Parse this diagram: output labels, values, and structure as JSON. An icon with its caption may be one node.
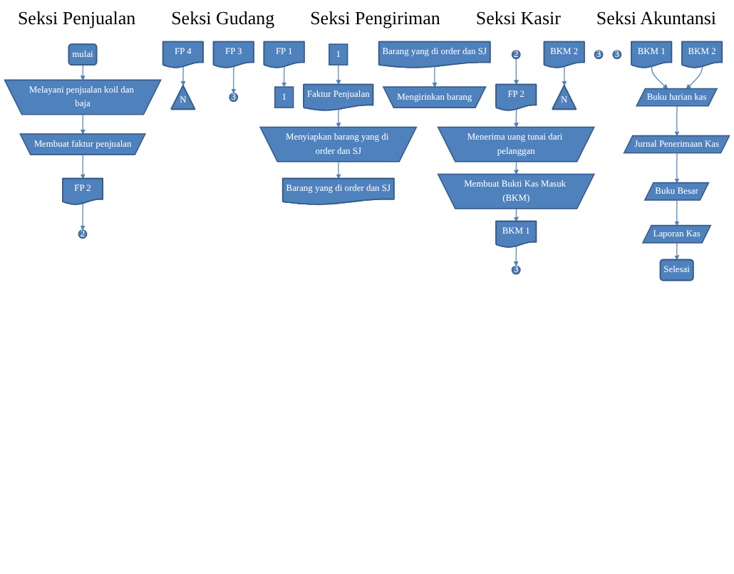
{
  "diagram": {
    "nodes": [
      {
        "text": [
          "mulai"
        ]
      },
      {
        "text": [
          "Melayani penjualan koil dan baja"
        ]
      },
      {
        "text": [
          "Membuat faktur penjualan"
        ]
      },
      {
        "text": [
          "FP 4"
        ]
      },
      {
        "text": [
          "FP 3"
        ]
      },
      {
        "text": [
          "FP 2"
        ]
      },
      {
        "text": [
          "FP 1"
        ]
      },
      {
        "text": [
          "N"
        ]
      },
      {
        "text": [
          "3"
        ]
      },
      {
        "text": [
          "1"
        ]
      },
      {
        "text": [
          "2"
        ]
      },
      {
        "text": [
          "1"
        ]
      },
      {
        "text": [
          "Faktur Penjualan"
        ]
      },
      {
        "text": [
          "Menyiapkan barang yang di order dan SJ"
        ]
      },
      {
        "text": [
          "Barang yang di order dan SJ"
        ]
      },
      {
        "text": [
          "Barang yang di order dan SJ"
        ]
      },
      {
        "text": [
          "Mengirinkan barang"
        ]
      },
      {
        "text": [
          "2"
        ]
      },
      {
        "text": [
          "FP 2"
        ]
      },
      {
        "text": [
          "Menerima uang tunai dari pelanggan"
        ]
      },
      {
        "text": [
          "Membuat Bukti Kas Masuk (BKM)"
        ]
      },
      {
        "text": [
          "BKM 2"
        ]
      },
      {
        "text": [
          "BKM 1"
        ]
      },
      {
        "text": [
          "3"
        ]
      },
      {
        "text": [
          "N"
        ]
      },
      {
        "text": [
          "3"
        ]
      },
      {
        "text": [
          "3"
        ]
      },
      {
        "text": [
          "BKM 1"
        ]
      },
      {
        "text": [
          "BKM 2"
        ]
      },
      {
        "text": [
          "Buku harian kas"
        ]
      },
      {
        "text": [
          "Jurnal Penerimaan Kas"
        ]
      },
      {
        "text": [
          "Buku Besar"
        ]
      },
      {
        "text": [
          "Laporan Kas"
        ]
      },
      {
        "text": [
          "Selesai"
        ]
      }
    ],
    "edges": [
      {
        "from": 0,
        "to": 1,
        "arrow": "to"
      },
      {
        "from": 1,
        "to": 2,
        "arrow": "to"
      },
      {
        "from": 2,
        "to": 5,
        "arrow": "to"
      },
      {
        "from": 3,
        "to": 7,
        "arrow": "to"
      },
      {
        "from": 4,
        "to": 8,
        "arrow": "to"
      },
      {
        "from": 6,
        "to": 9,
        "arrow": "to"
      },
      {
        "from": 5,
        "to": 10,
        "arrow": "to"
      },
      {
        "from": 11,
        "to": 12,
        "arrow": "to"
      },
      {
        "from": 12,
        "to": 13,
        "arrow": "to"
      },
      {
        "from": 13,
        "to": 14,
        "arrow": "to"
      },
      {
        "from": 15,
        "to": 16,
        "arrow": "to"
      },
      {
        "from": 17,
        "to": 18,
        "arrow": "to"
      },
      {
        "from": 18,
        "to": 19,
        "arrow": "to"
      },
      {
        "from": 19,
        "to": 20,
        "arrow": "to"
      },
      {
        "from": 20,
        "to": 22,
        "arrow": "to"
      },
      {
        "from": 22,
        "to": 23,
        "arrow": "to"
      },
      {
        "from": 21,
        "to": 24,
        "arrow": "to"
      },
      {
        "from": 27,
        "to": 29,
        "arrow": "to"
      },
      {
        "from": 28,
        "to": 29,
        "arrow": "to"
      },
      {
        "from": 29,
        "to": 30,
        "arrow": "to"
      },
      {
        "from": 30,
        "to": 31,
        "arrow": "to"
      },
      {
        "from": 31,
        "to": 32,
        "arrow": "to"
      },
      {
        "from": 32,
        "to": 33,
        "arrow": "to"
      }
    ],
    "labels": [
      "Seksi Penjualan",
      "Seksi Gudang",
      "Seksi Pengiriman",
      "Seksi Kasir",
      "Seksi Akuntansi"
    ]
  }
}
